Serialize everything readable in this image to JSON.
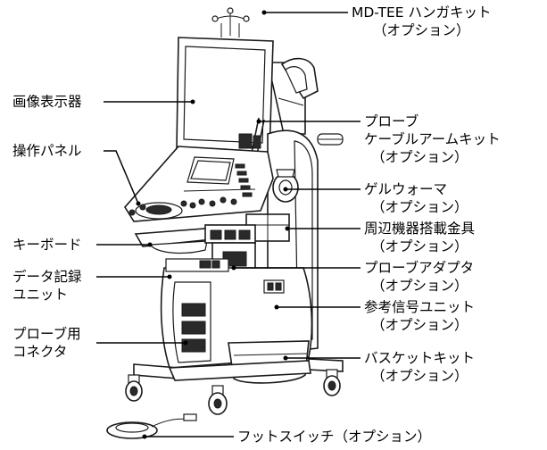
{
  "labels": {
    "md_tee": {
      "line1": "MD-TEE ハンガキット",
      "line2": "（オプション）"
    },
    "monitor": {
      "line1": "画像表示器"
    },
    "probe_cable_arm": {
      "line1": "プローブ",
      "line2": "ケーブルアームキット",
      "line3": "（オプション）"
    },
    "control_panel": {
      "line1": "操作パネル"
    },
    "gel_warmer": {
      "line1": "ゲルウォーマ",
      "line2": "（オプション）"
    },
    "peripheral_bracket": {
      "line1": "周辺機器搭載金具",
      "line2": "（オプション）"
    },
    "keyboard": {
      "line1": "キーボード"
    },
    "data_recording": {
      "line1": "データ記録",
      "line2": "ユニット"
    },
    "probe_adapter": {
      "line1": "プローブアダプタ",
      "line2": "（オプション）"
    },
    "reference_signal": {
      "line1": "参考信号ユニット",
      "line2": "（オプション）"
    },
    "probe_connector": {
      "line1": "プローブ用",
      "line2": "コネクタ"
    },
    "basket_kit": {
      "line1": "バスケットキット",
      "line2": "（オプション）"
    },
    "foot_switch": {
      "line1": "フットスイッチ（オプション）"
    }
  },
  "colors": {
    "line": "#000000",
    "outline": "#1a1a1a",
    "fill": "#ffffff",
    "shade": "#2a2a2a"
  }
}
